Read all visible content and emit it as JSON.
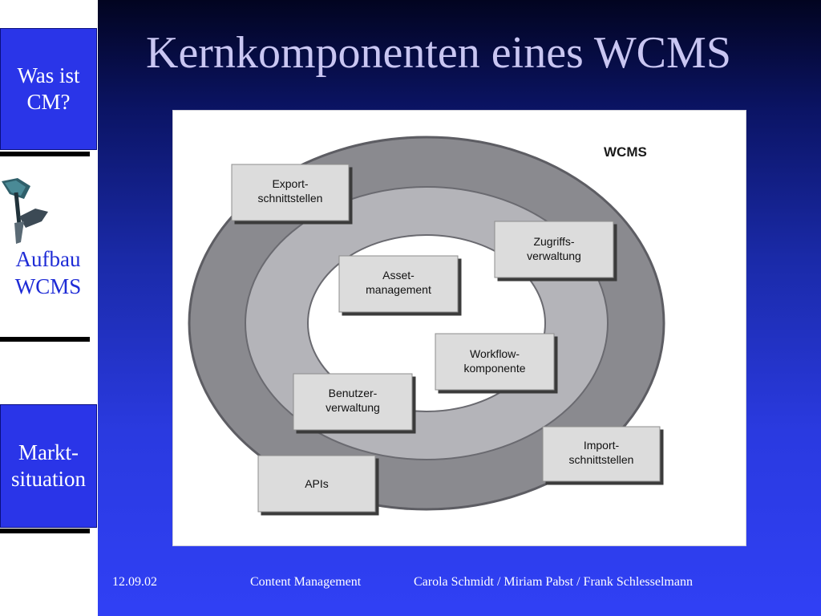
{
  "sidebar": {
    "items": [
      {
        "label_line1": "Was ist",
        "label_line2": "CM?"
      },
      {
        "label_line1": "Aufbau",
        "label_line2": "WCMS"
      },
      {
        "label_line1": "Markt-",
        "label_line2": "situation"
      }
    ]
  },
  "slide": {
    "title": "Kernkomponenten eines WCMS"
  },
  "diagram": {
    "ring_label": "WCMS",
    "boxes": {
      "export": [
        "Export-",
        "schnittstellen"
      ],
      "zugriff": [
        "Zugriffs-",
        "verwaltung"
      ],
      "asset": [
        "Asset-",
        "management"
      ],
      "workflow": [
        "Workflow-",
        "komponente"
      ],
      "benutzer": [
        "Benutzer-",
        "verwaltung"
      ],
      "import": [
        "Import-",
        "schnittstellen"
      ],
      "apis": [
        "APIs"
      ]
    }
  },
  "footer": {
    "date": "12.09.02",
    "topic": "Content Management",
    "authors": "Carola Schmidt / Miriam Pabst / Frank Schlesselmann"
  },
  "colors": {
    "nav_button": "#2a35e8",
    "title_text": "#c9c6f2",
    "outer_ring": "#8a8a8f",
    "inner_ring": "#b4b4b9",
    "box_fill": "#dcdcdc"
  },
  "icons": {
    "aufbau": "dart-icon"
  }
}
